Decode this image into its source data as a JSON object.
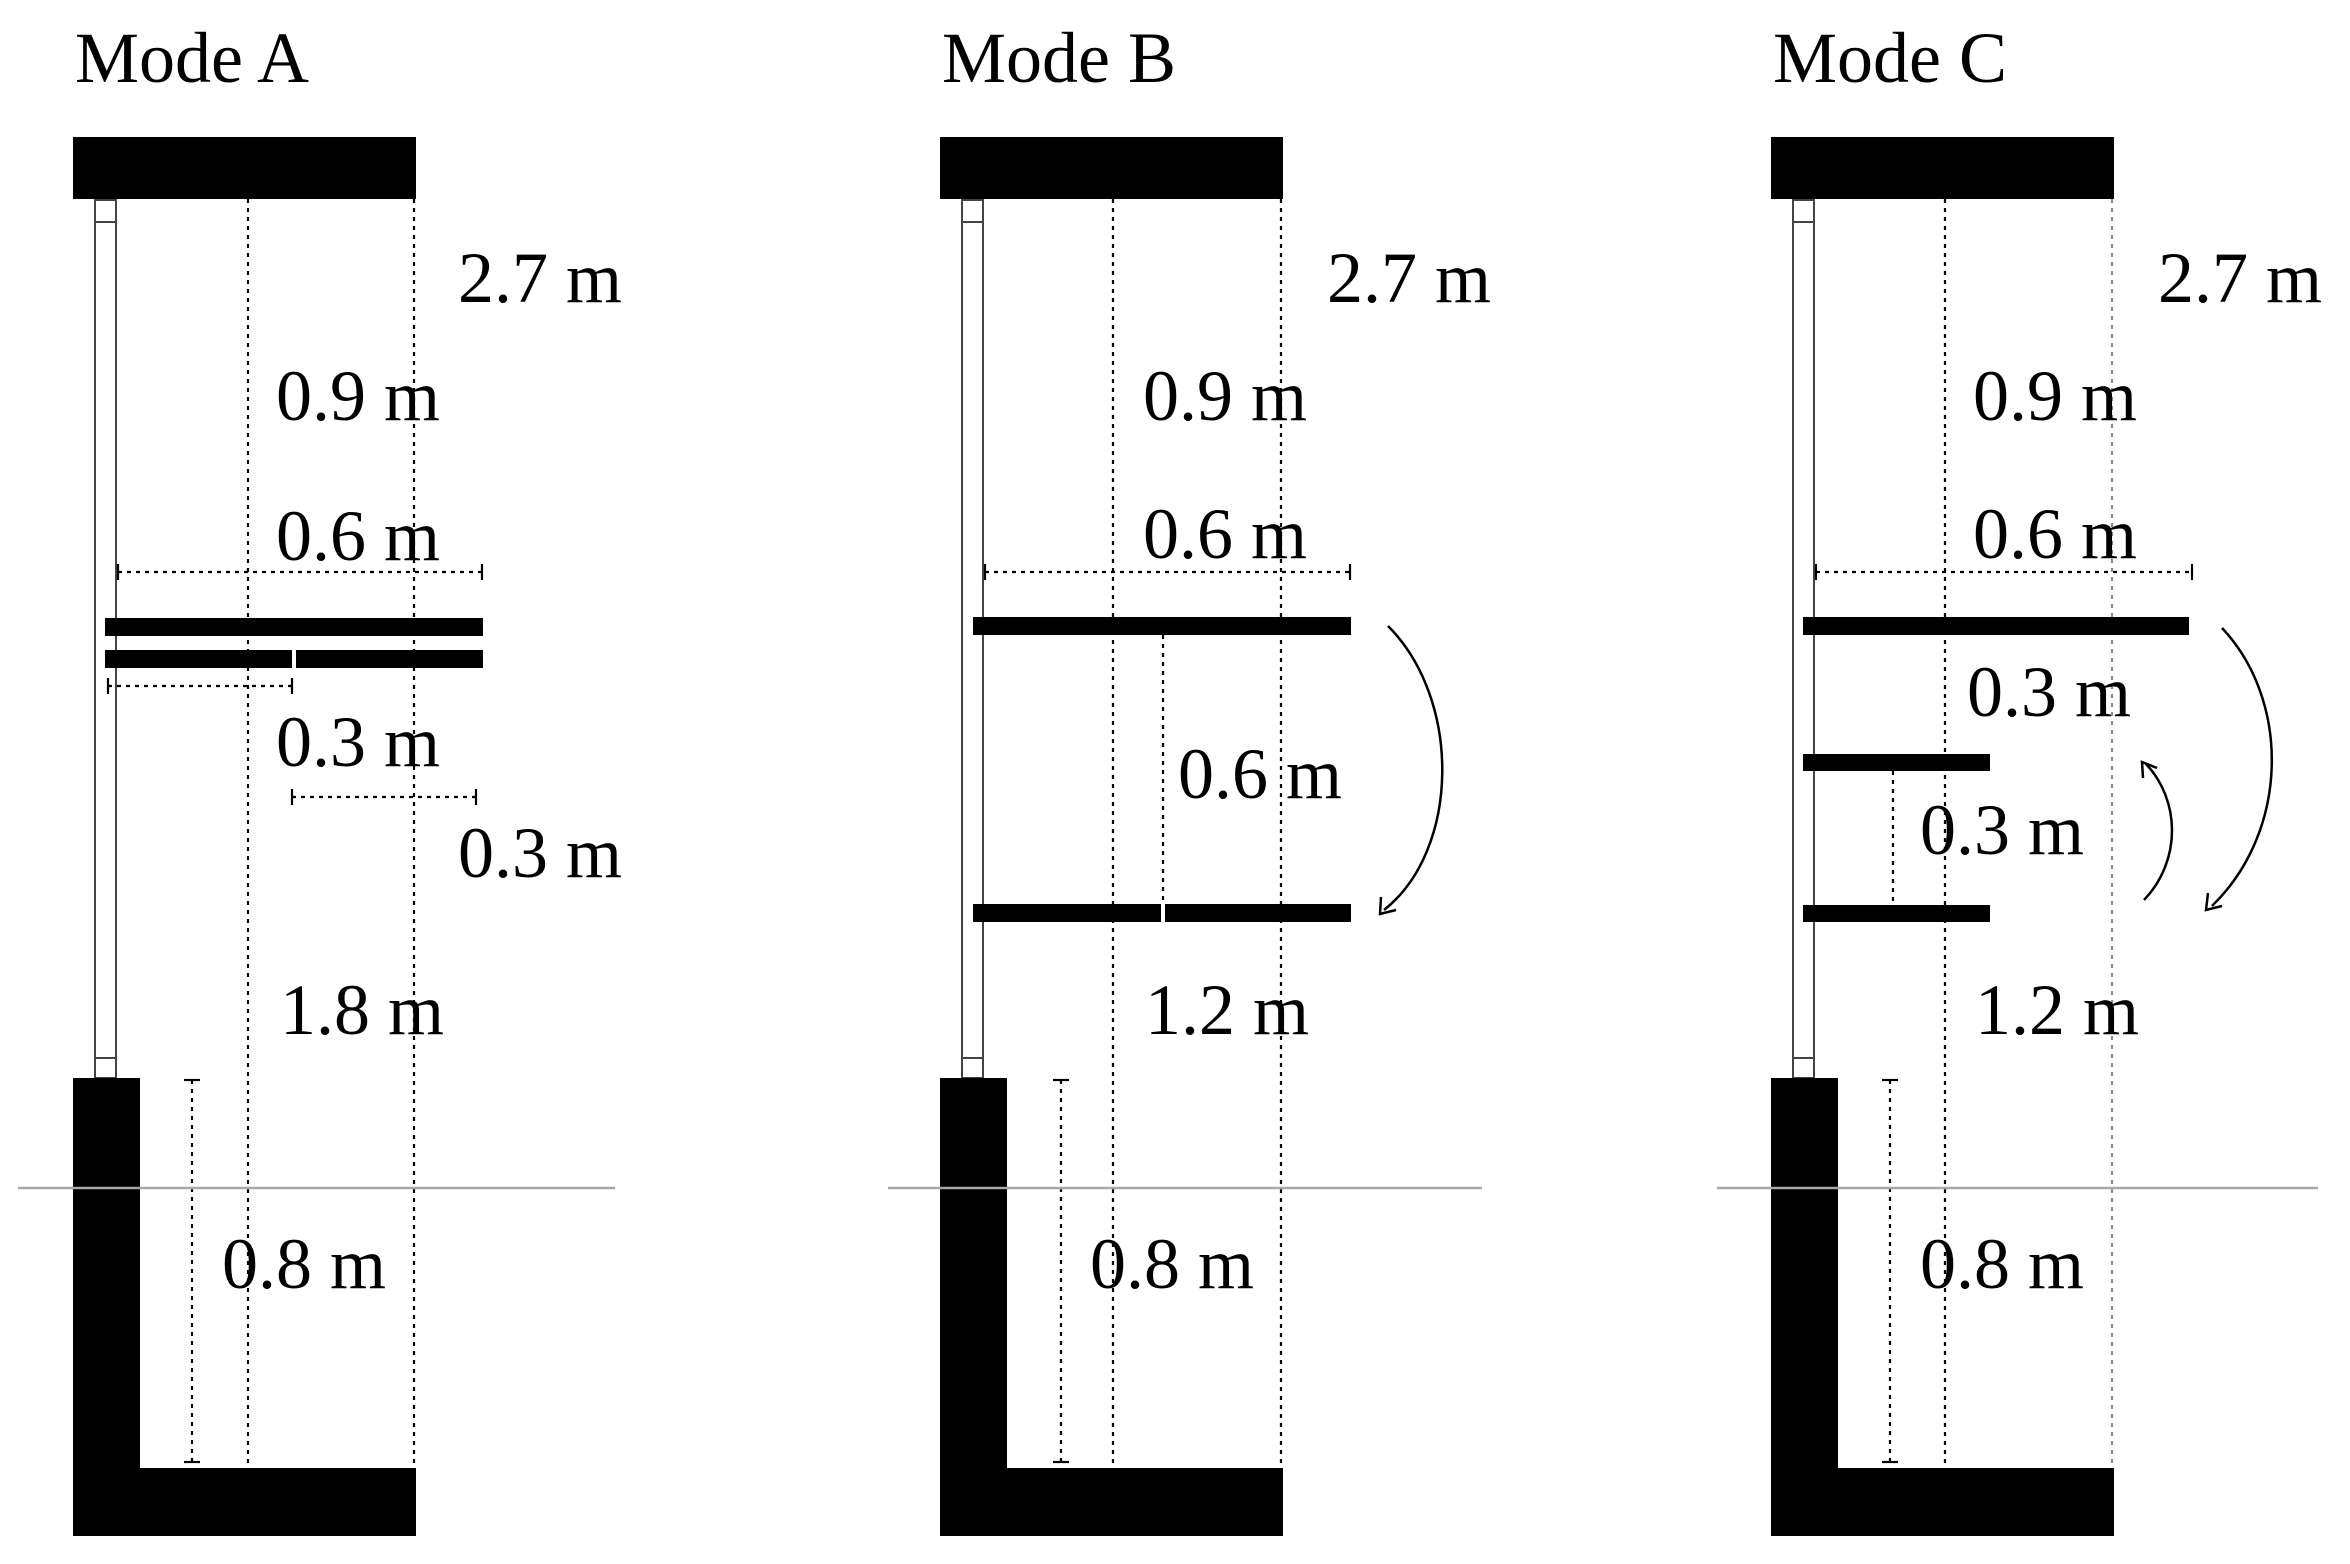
{
  "colors": {
    "ink": "#000000",
    "background": "#ffffff",
    "ground_line": "#a8a8a8"
  },
  "modes": [
    {
      "title": "Mode A",
      "labels": {
        "total_height": "2.7 m",
        "top_section": "0.9 m",
        "overhang_upper": "0.6 m",
        "overhang_inner": "0.3 m",
        "overhang_outer": "0.3 m",
        "lower_section": "1.8 m",
        "base_depth": "0.8 m"
      }
    },
    {
      "title": "Mode B",
      "labels": {
        "total_height": "2.7 m",
        "top_section": "0.9 m",
        "overhang": "0.6 m",
        "shelf_spacing": "0.6 m",
        "lower_section": "1.2 m",
        "base_depth": "0.8 m"
      }
    },
    {
      "title": "Mode C",
      "labels": {
        "total_height": "2.7 m",
        "top_section": "0.9 m",
        "overhang": "0.6 m",
        "upper_gap": "0.3 m",
        "short_shelf_spacing": "0.3 m",
        "lower_section": "1.2 m",
        "base_depth": "0.8 m"
      }
    }
  ]
}
